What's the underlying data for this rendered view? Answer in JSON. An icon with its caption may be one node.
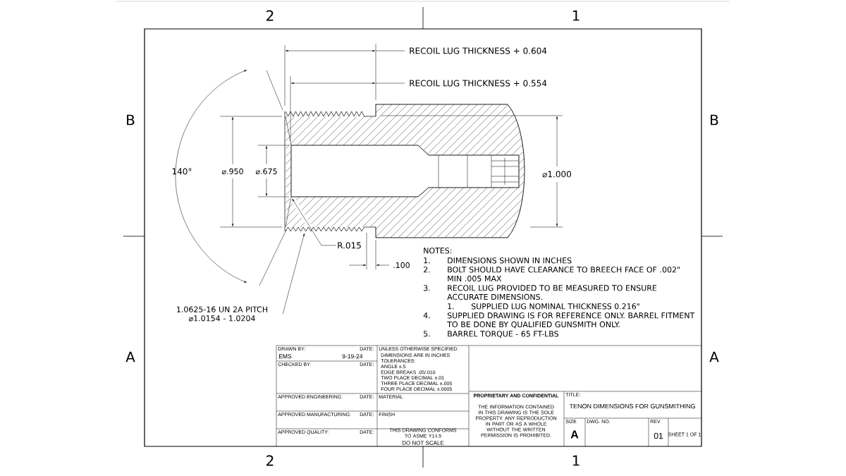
{
  "diagram": {
    "nodes": [
      {
        "text": [],
        "shape": "picture"
      },
      {
        "text": [
          "R.015"
        ]
      },
      {
        "text": [
          "1.0625-16 UN 2A PITCH ⌀1.0154 - 1.0204"
        ]
      }
    ],
    "edges": [
      {
        "from": 1,
        "to": 0,
        "arrow": "to"
      },
      {
        "from": 2,
        "to": 0,
        "arrow": "to"
      }
    ],
    "labels": [
      "2",
      "1",
      "B",
      "B",
      "A",
      "A",
      "2",
      "1",
      "RECOIL LUG THICKNESS + 0.604",
      "RECOIL LUG THICKNESS + 0.554",
      "140°",
      "⌀.950",
      "⌀.675",
      "⌀1.000",
      ".100",
      "NOTES:",
      "1.",
      "DIMENSIONS SHOWN IN INCHES",
      "2.",
      "BOLT SHOULD HAVE CLEARANCE TO BREECH FACE OF .002\" MIN .005 MAX",
      "3.",
      "RECOIL LUG PROVIDED TO BE MEASURED TO ENSURE ACCURATE DIMENSIONS.",
      "1.",
      "SUPPLIED LUG NOMINAL THICKNESS 0.216\"",
      "4.",
      "SUPPLIED DRAWING IS FOR REFERENCE ONLY. BARREL FITMENT TO BE DONE BY QUALIFIED GUNSMITH ONLY.",
      "5.",
      "BARREL TORQUE - 65 FT-LBS",
      "DRAWN BY:",
      "DATE:",
      "UNLESS OTHERWISE SPECIFIED:",
      "EMS",
      "9-19-24",
      "DIMENSIONS ARE IN INCHES",
      "TOLERANCES:",
      "ANGLE ±.5",
      "EDGE BREAKS .05/.010",
      "TWO PLACE DECIMAL ±.01",
      "THREE PLACE DECIMAL ±.005",
      "FOUR PLACE DECIMAL ±.0005",
      "CHECKED BY:",
      "DATE:",
      "APPROVED ENGINEERING:",
      "DATE:",
      "MATERIAL",
      "APPROVED MANUFACTURING:",
      "DATE:",
      "FINISH",
      "APPROVED QUALITY:",
      "DATE:",
      "THIS DRAWING CONFORMS TO ASME Y14.5",
      "DO NOT SCALE",
      "PROPRIETARY AND CONFIDENTIAL",
      "THE INFORMATION CONTAINED IN THIS DRAWING IS THE SOLE PROPERTY. ANY REPRODUCTION IN PART OR AS A WHOLE WITHOUT THE WRITTEN PERMISSION IS PROHIBITED.",
      "TITLE:",
      "TENON DIMENSIONS FOR GUNSMITHING",
      "SIZE",
      "A",
      "DWG. NO.",
      "REV",
      "01",
      "SHEET 1 OF 1"
    ]
  }
}
